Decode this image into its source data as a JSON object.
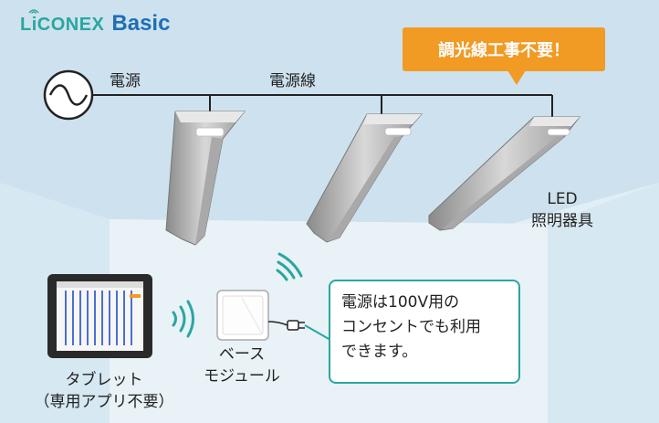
{
  "brand": {
    "name": "LiCONEX",
    "product": "Basic",
    "brand_color": "#2aa6a0",
    "product_color": "#1e6fb5",
    "icon": "wireless-icon"
  },
  "power_source_label": "電源",
  "power_line_label": "電源線",
  "callout": {
    "text": "調光線工事不要！",
    "color": "#f19a24"
  },
  "led_label": [
    "LED",
    "照明器具"
  ],
  "tablet_label": [
    "タブレット",
    "（専用アプリ不要）"
  ],
  "module_label": [
    "ベース",
    "モジュール"
  ],
  "info_box": {
    "lines": [
      "電源は100V用の",
      "コンセントでも利用",
      "できます。"
    ],
    "border_color": "#2aa6a0"
  },
  "icons": [
    "ac-power-icon",
    "wireless-signal-icon",
    "plug-icon",
    "tablet-icon",
    "base-module-icon",
    "led-fixture-icon"
  ]
}
